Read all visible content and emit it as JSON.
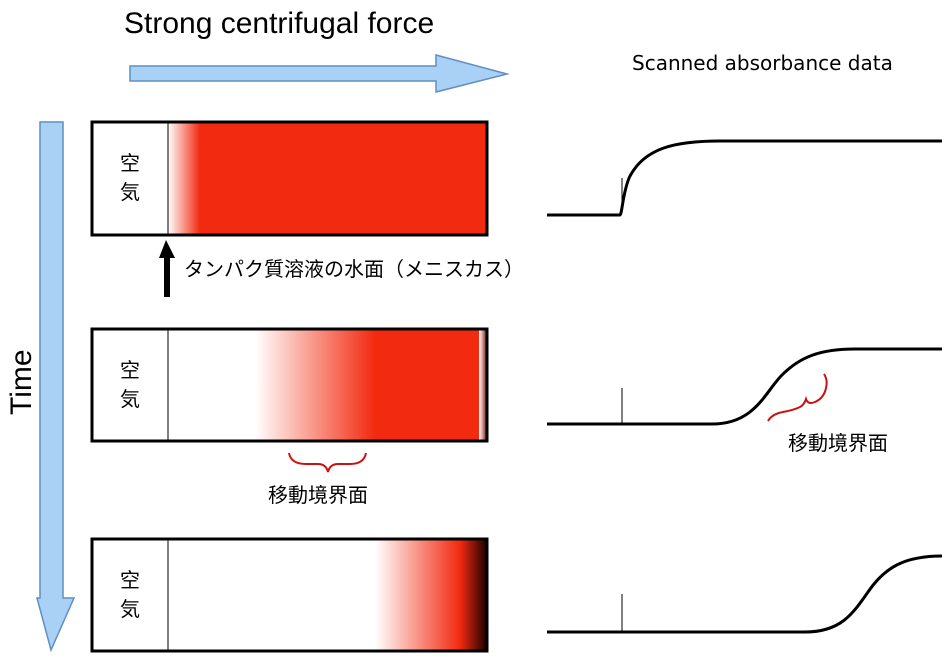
{
  "header": {
    "force_label": "Strong centrifugal force",
    "scan_label": "Scanned absorbance data",
    "time_label": "Time"
  },
  "cells": [
    {
      "air_char_1": "空",
      "air_char_2": "気"
    },
    {
      "air_char_1": "空",
      "air_char_2": "気"
    },
    {
      "air_char_1": "空",
      "air_char_2": "気"
    }
  ],
  "annotations": {
    "meniscus_label": "タンパク質溶液の水面（メニスカス）",
    "boundary_label_cell": "移動境界面",
    "boundary_label_curve": "移動境界面"
  },
  "colors": {
    "solution_red": "#f22a10",
    "arrow_blue_fill": "#a8d1f5",
    "arrow_blue_stroke": "#5f8fc0",
    "brace_red": "#cc1111",
    "outline": "#000000"
  }
}
